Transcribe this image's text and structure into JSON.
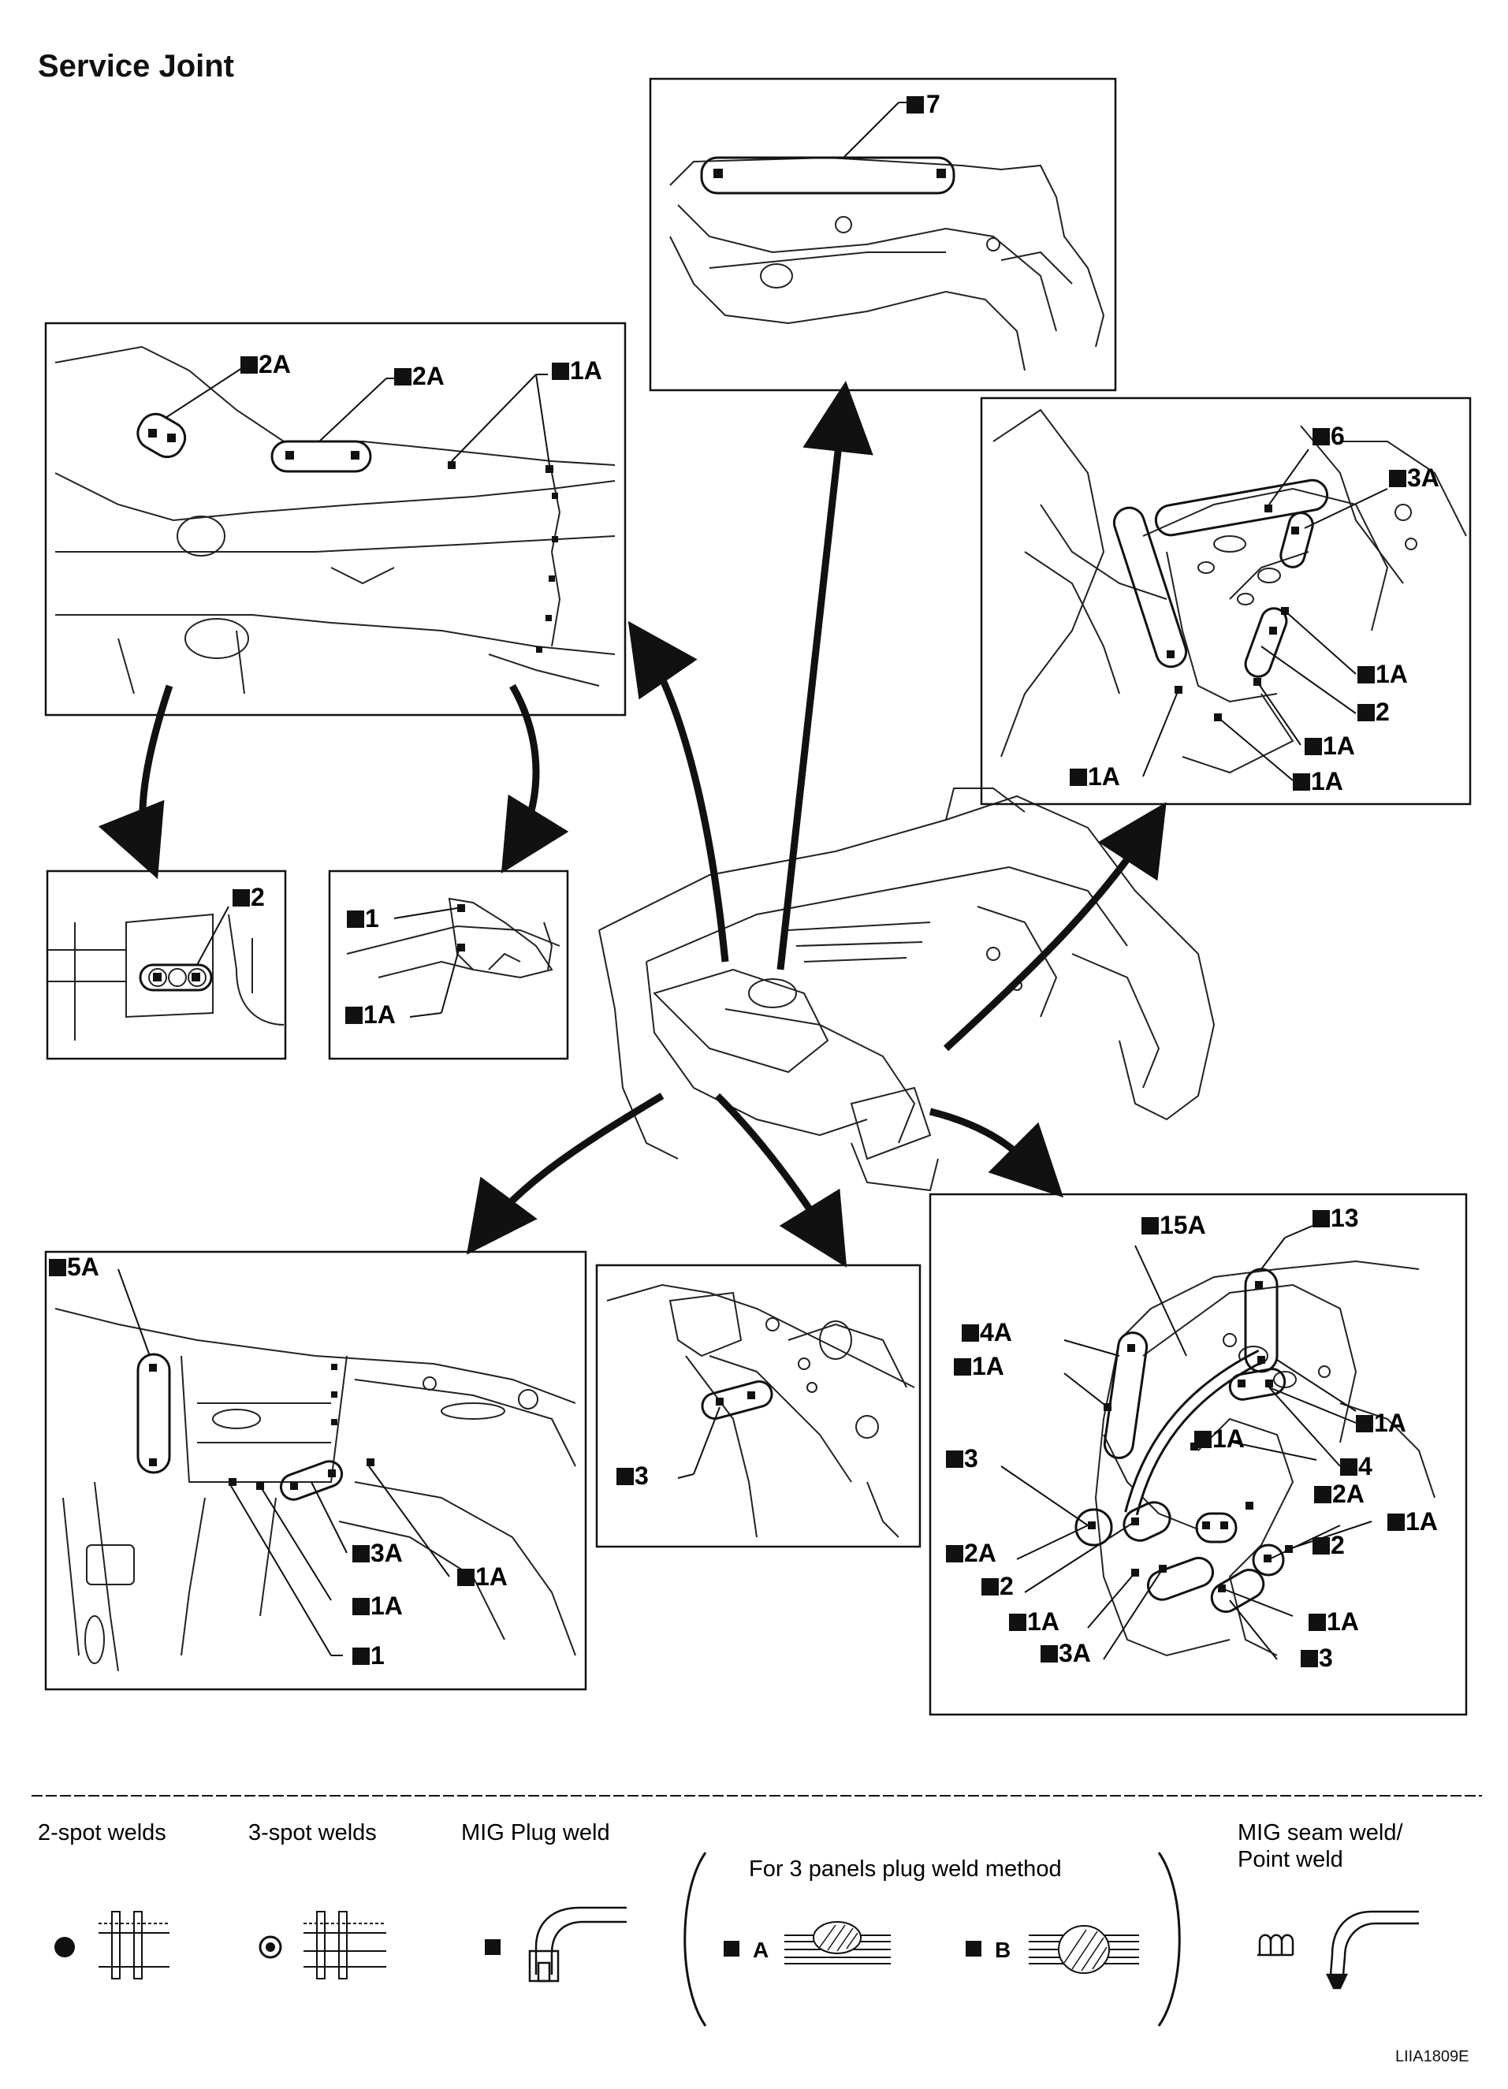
{
  "title": "Service Joint",
  "doc_code": "LIIA1809E",
  "callouts": {
    "c_7": "7",
    "c_2A_a": "2A",
    "c_2A_b": "2A",
    "c_1A_top": "1A",
    "c_6": "6",
    "c_3A_r": "3A",
    "c_1A_r1": "1A",
    "c_2_r": "2",
    "c_1A_r2": "1A",
    "c_1A_r3": "1A",
    "c_1A_r4": "1A",
    "c_2_small": "2",
    "c_1_mid": "1",
    "c_1A_mid": "1A",
    "c_5A": "5A",
    "c_3A_bl": "3A",
    "c_1A_bl1": "1A",
    "c_1A_bl2": "1A",
    "c_1_bl": "1",
    "c_3_bm": "3",
    "c_15A": "15A",
    "c_13": "13",
    "c_4A": "4A",
    "c_1A_br1": "1A",
    "c_3_br1": "3",
    "c_2A_br1": "2A",
    "c_2_br1": "2",
    "c_1A_br2": "1A",
    "c_3A_br": "3A",
    "c_1A_br3": "1A",
    "c_1A_br4": "1A",
    "c_4": "4",
    "c_2A_br2": "2A",
    "c_1A_br5": "1A",
    "c_2_br2": "2",
    "c_1A_br6": "1A",
    "c_3_br2": "3"
  },
  "legend": {
    "two_spot": "2-spot welds",
    "three_spot": "3-spot welds",
    "mig_plug": "MIG Plug weld",
    "three_panel": "For 3 panels plug weld method",
    "method_a": "A",
    "method_b": "B",
    "seam_line1": "MIG seam weld/",
    "seam_line2": "Point weld"
  }
}
